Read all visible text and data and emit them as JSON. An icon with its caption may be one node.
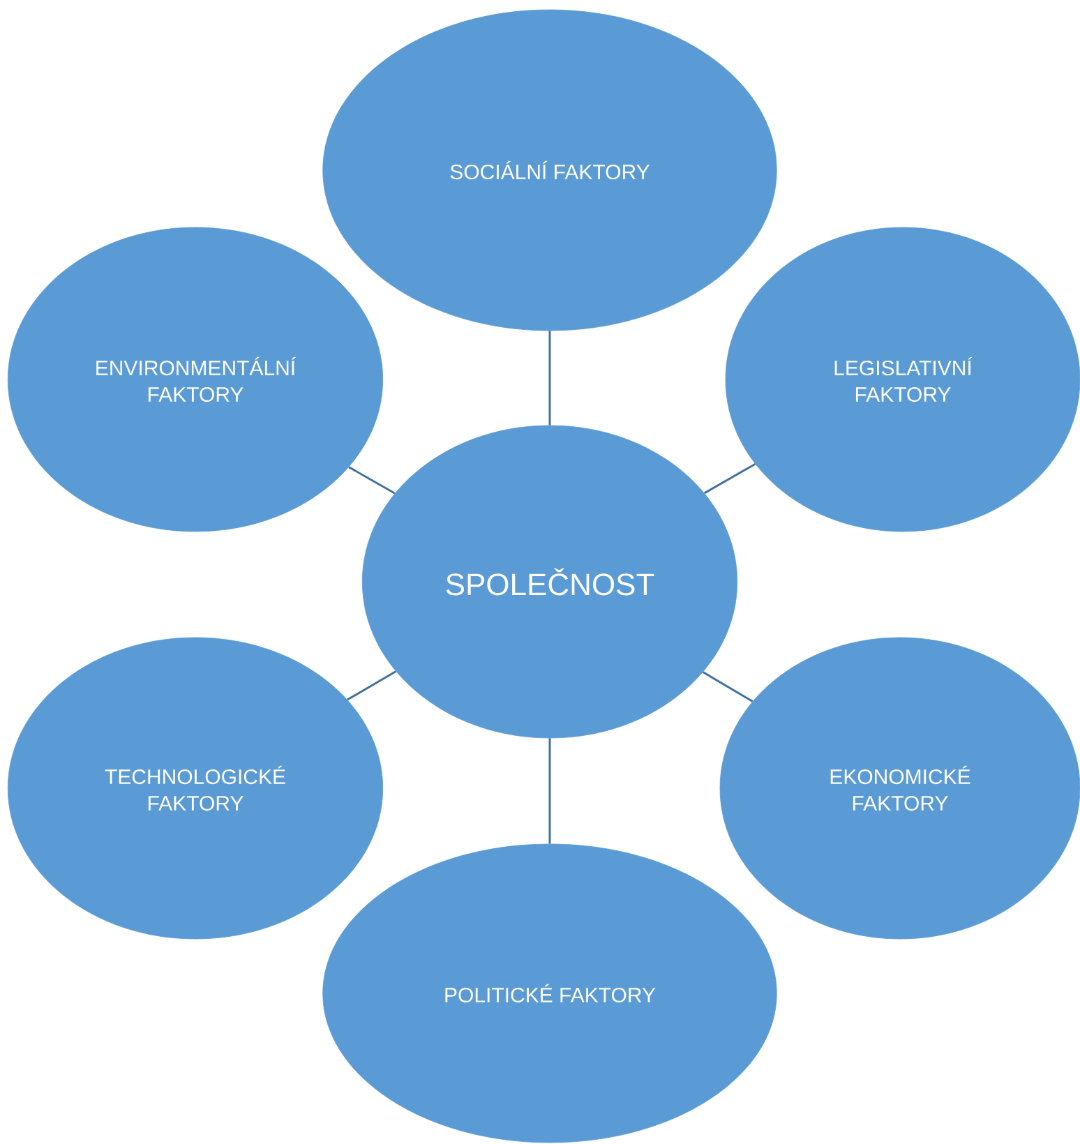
{
  "diagram": {
    "nodes": [
      {
        "text": [
          "SPOLEČNOST"
        ]
      },
      {
        "text": [
          "SOCIÁLNÍ FAKTORY"
        ]
      },
      {
        "text": [
          "ENVIRONMENTÁLNÍ FAKTORY"
        ]
      },
      {
        "text": [
          "LEGISLATIVNÍ FAKTORY"
        ]
      },
      {
        "text": [
          "TECHNOLOGICKÉ FAKTORY"
        ]
      },
      {
        "text": [
          "EKONOMICKÉ FAKTORY"
        ]
      },
      {
        "text": [
          "POLITICKÉ FAKTORY"
        ]
      }
    ],
    "edges": [
      {
        "from": 0,
        "to": 1,
        "arrow": "none"
      },
      {
        "from": 0,
        "to": 2,
        "arrow": "none"
      },
      {
        "from": 0,
        "to": 3,
        "arrow": "none"
      },
      {
        "from": 0,
        "to": 4,
        "arrow": "none"
      },
      {
        "from": 0,
        "to": 5,
        "arrow": "none"
      },
      {
        "from": 0,
        "to": 6,
        "arrow": "none"
      }
    ]
  }
}
